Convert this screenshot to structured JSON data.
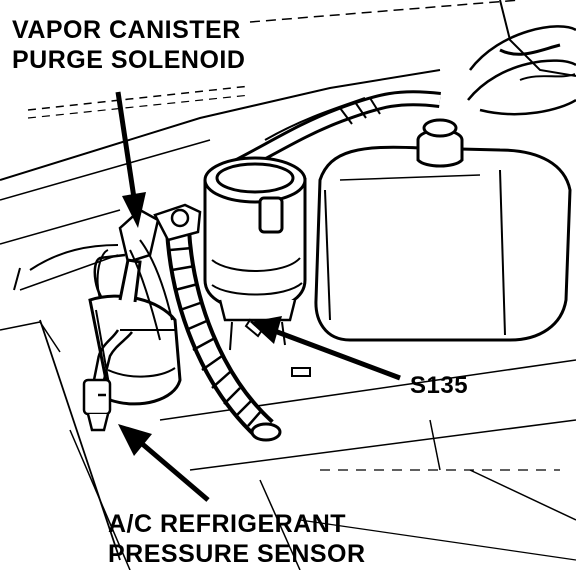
{
  "labels": {
    "purge_solenoid_line1": "VAPOR CANISTER",
    "purge_solenoid_line2": "PURGE SOLENOID",
    "splice": "S135",
    "ac_sensor_line1": "A/C REFRIGERANT",
    "ac_sensor_line2": "PRESSURE SENSOR"
  },
  "colors": {
    "ink": "#000000",
    "paper": "#ffffff"
  }
}
